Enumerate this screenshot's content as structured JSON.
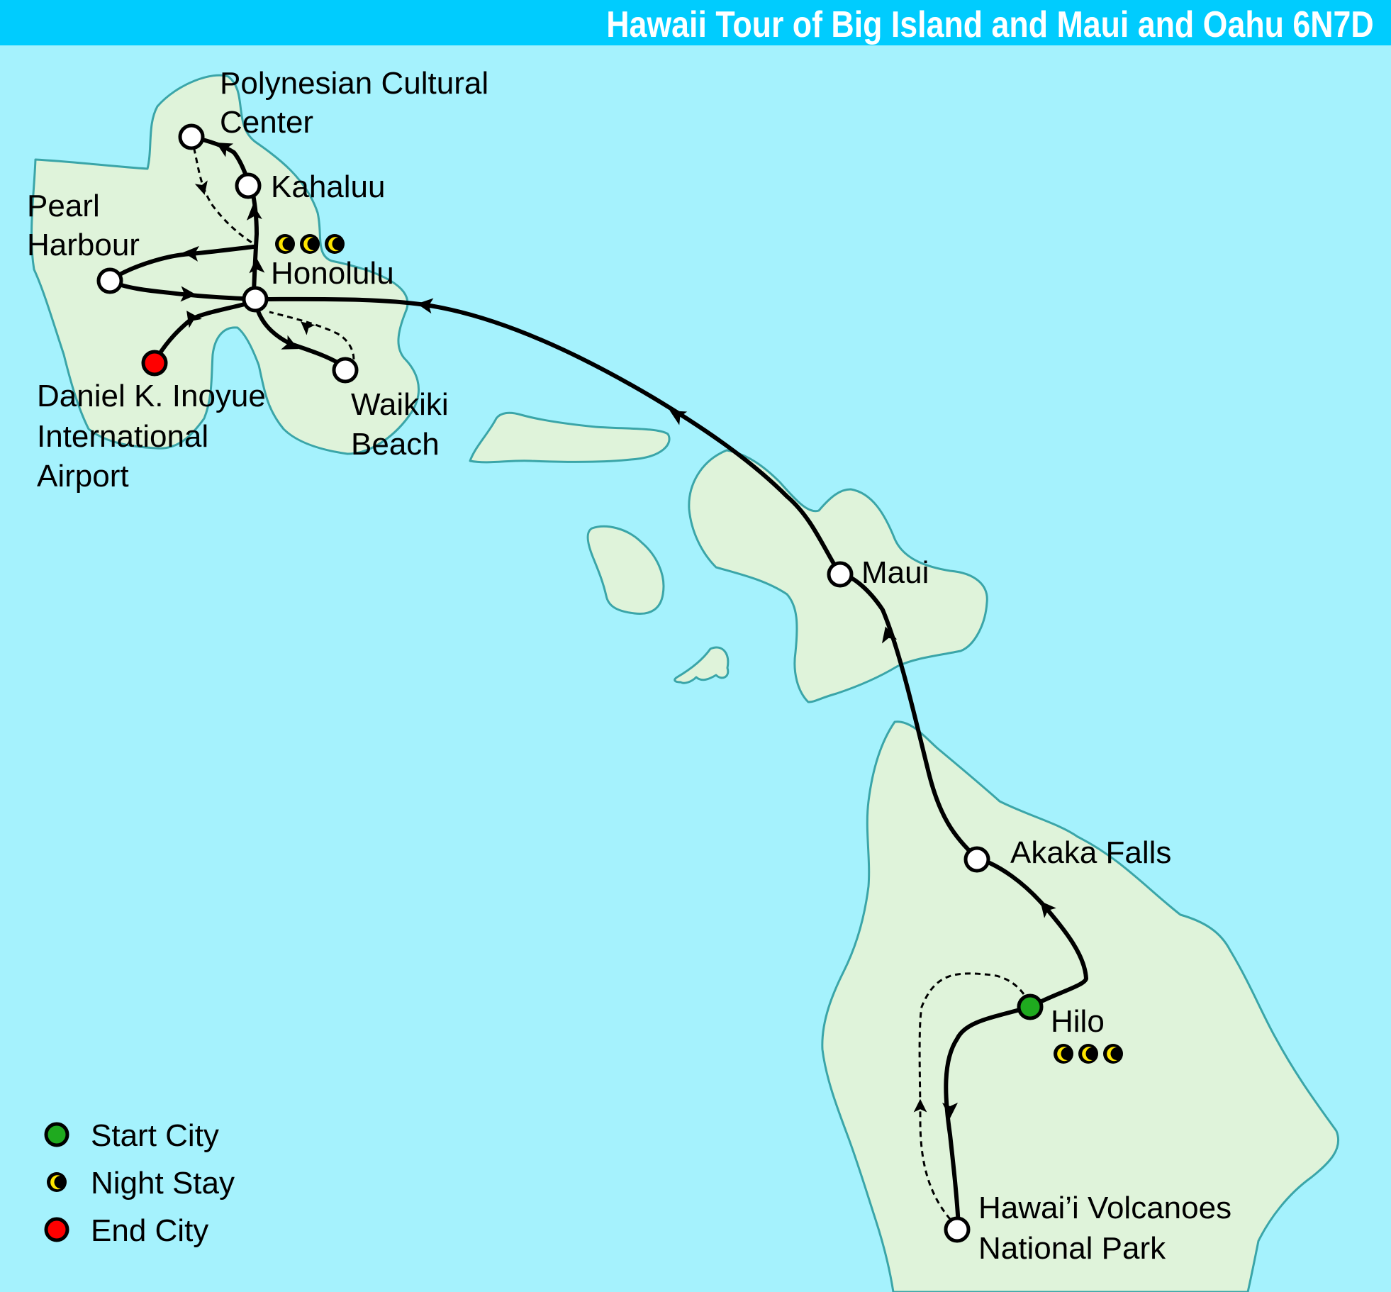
{
  "header": {
    "title": "Hawaii Tour of Big Island and Maui and Oahu 6N7D"
  },
  "colors": {
    "ocean": "#a5f2fd",
    "title_bar": "#00ccfe",
    "land": "#dff3da",
    "coast": "#3aa5a8",
    "route": "#000000",
    "stop_fill": "#ffffff",
    "start_city": "#1faa1f",
    "end_city": "#ff0000",
    "night_moon": "#ffe600"
  },
  "places": {
    "polynesian_line1": "Polynesian Cultural",
    "polynesian_line2": "Center",
    "kahaluu": "Kahaluu",
    "pearl_line1": "Pearl",
    "pearl_line2": "Harbour",
    "honolulu": "Honolulu",
    "airport_line1": "Daniel K. Inoyue",
    "airport_line2": "International",
    "airport_line3": "Airport",
    "waikiki_line1": "Waikiki",
    "waikiki_line2": "Beach",
    "maui": "Maui",
    "akaka": "Akaka Falls",
    "hilo": "Hilo",
    "volcano_line1": "Hawai’i Volcanoes",
    "volcano_line2": "National Park"
  },
  "night_stays": {
    "honolulu_nights": 3,
    "hilo_nights": 3
  },
  "legend": {
    "start": "Start City",
    "night": "Night Stay",
    "end": "End City"
  },
  "icons": {
    "start": "green-circle-icon",
    "night": "crescent-moon-icon",
    "end": "red-circle-icon",
    "stop": "white-circle-icon"
  }
}
